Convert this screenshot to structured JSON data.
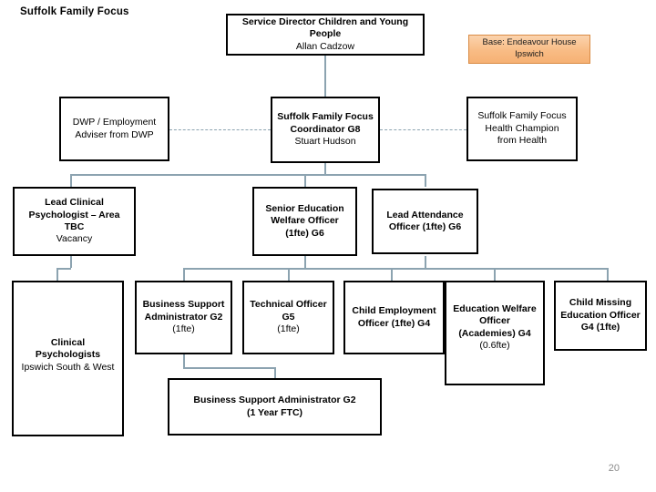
{
  "slide": {
    "title": "Suffolk Family Focus",
    "page_number": "20",
    "accent_color": "#f6b174",
    "connector_color": "#8ca3b0",
    "box_border_color": "#000000"
  },
  "callout": {
    "line1": "Base: Endeavour House",
    "line2": "Ipswich"
  },
  "nodes": {
    "service_director": {
      "line1": "Service Director Children and Young",
      "line2": "People",
      "sub": "Allan Cadzow"
    },
    "dwp": {
      "line1": "DWP / Employment",
      "line2": "Adviser from DWP"
    },
    "coordinator": {
      "line1": "Suffolk Family Focus",
      "line2": "Coordinator G8",
      "sub": "Stuart Hudson"
    },
    "health_champion": {
      "line1": "Suffolk Family Focus",
      "line2": "Health Champion",
      "line3": "from Health"
    },
    "lead_clinical_psychologist": {
      "line1": "Lead Clinical",
      "line2": "Psychologist – Area TBC",
      "sub": "Vacancy"
    },
    "senior_education_welfare_officer": {
      "line1": "Senior Education",
      "line2": "Welfare Officer",
      "line3": "(1fte) G6"
    },
    "lead_attendance_officer": {
      "line1": "Lead Attendance",
      "line2": "Officer (1fte) G6"
    },
    "clinical_psychologists": {
      "line1": "Clinical Psychologists",
      "sub": "Ipswich South & West"
    },
    "business_support_administrator_g2": {
      "line1": "Business Support",
      "line2": "Administrator G2",
      "sub": "(1fte)"
    },
    "technical_officer": {
      "line1": "Technical Officer",
      "line2": "G5",
      "sub": "(1fte)"
    },
    "child_employment_officer": {
      "line1": "Child Employment",
      "line2": "Officer (1fte) G4"
    },
    "education_welfare_officer_academies": {
      "line1": "Education Welfare",
      "line2": "Officer",
      "line3": "(Academies) G4",
      "sub": "(0.6fte)"
    },
    "child_missing_education_officer": {
      "line1": "Child Missing",
      "line2": "Education Officer",
      "line3": "G4 (1fte)"
    },
    "business_support_administrator_ftc": {
      "line1": "Business Support Administrator G2",
      "line2": "(1 Year FTC)"
    }
  }
}
